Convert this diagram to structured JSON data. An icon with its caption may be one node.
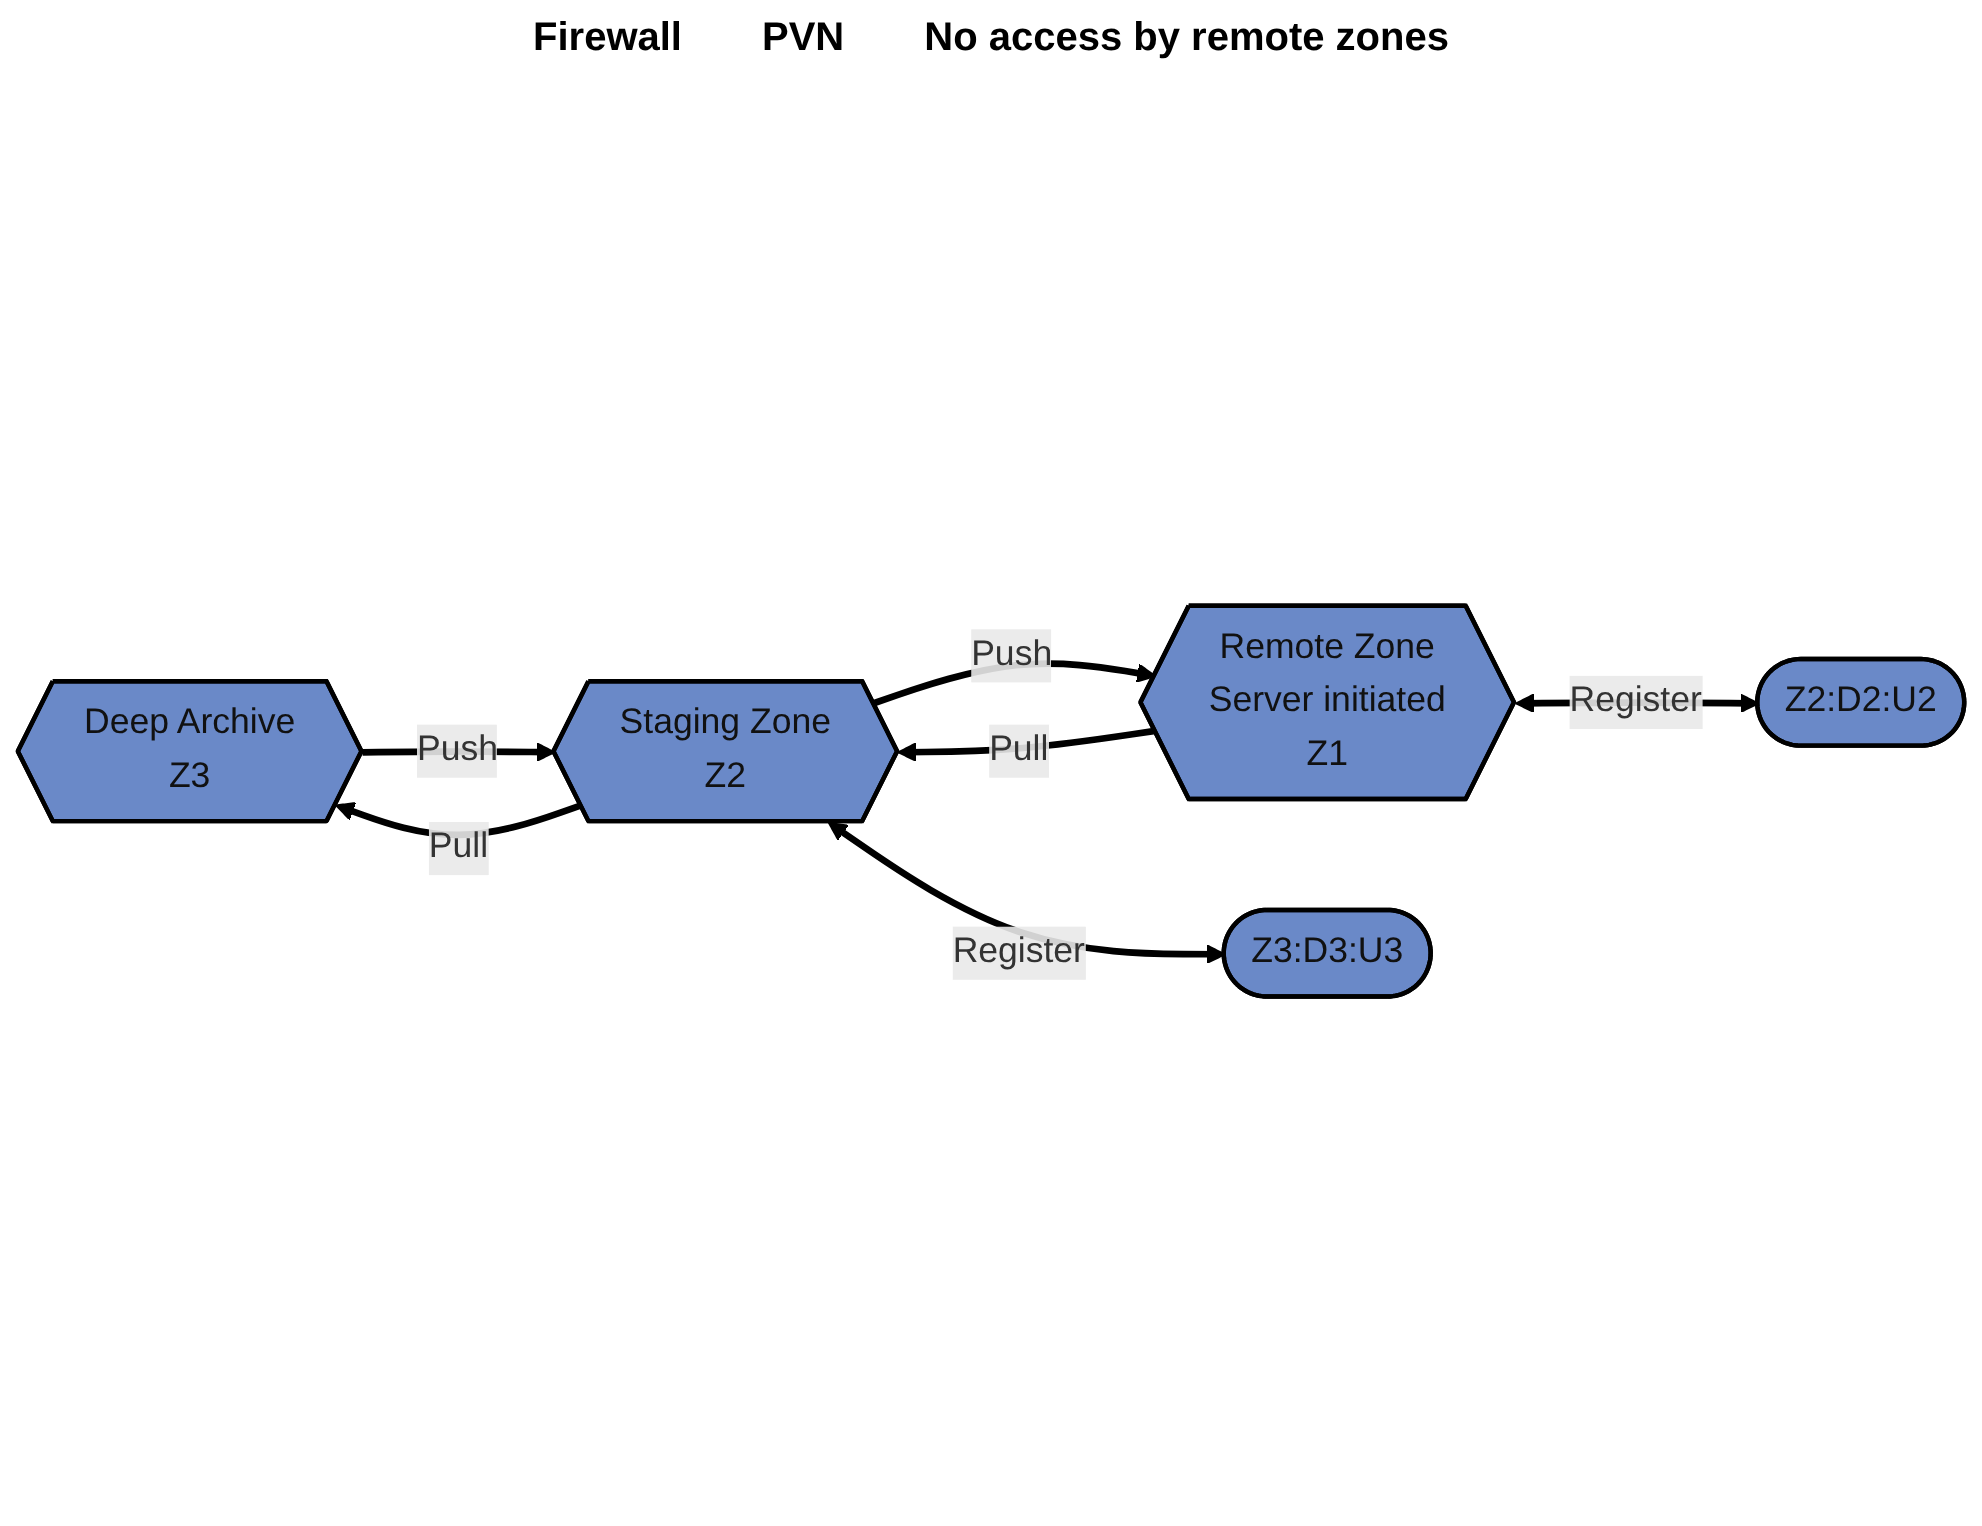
{
  "diagram": {
    "nodes": [
      {
        "text": [
          "Deep Archive",
          "Z3"
        ]
      },
      {
        "text": [
          "Staging Zone",
          "Z2"
        ]
      },
      {
        "text": [
          "Remote Zone",
          "Server initiated",
          "Z1"
        ]
      },
      {
        "text": [
          "Z3:D3:U3"
        ]
      },
      {
        "text": [
          "Z2:D2:U2"
        ]
      }
    ],
    "edges": [
      {
        "from": 1,
        "to": 0,
        "arrow": "to",
        "label": "Pull"
      },
      {
        "from": 0,
        "to": 1,
        "arrow": "to",
        "label": "Push"
      },
      {
        "from": 2,
        "to": 1,
        "arrow": "to",
        "label": "Pull"
      },
      {
        "from": 1,
        "to": 2,
        "arrow": "to",
        "label": "Push"
      },
      {
        "from": 1,
        "to": 3,
        "arrow": "both",
        "label": "Register"
      },
      {
        "from": 2,
        "to": 4,
        "arrow": "both",
        "label": "Register"
      }
    ],
    "labels": [
      "Firewall",
      "PVN",
      "No access by remote zones"
    ]
  }
}
